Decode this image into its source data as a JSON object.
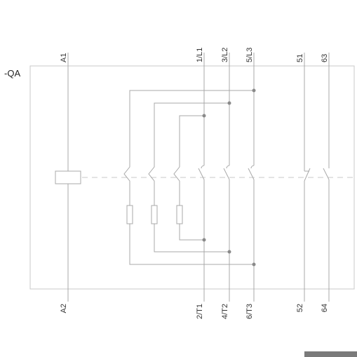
{
  "device_tag": "-QA",
  "coil_terminals": {
    "top": "A1",
    "bottom": "A2"
  },
  "main_contacts": [
    {
      "top": "1/L1",
      "bottom": "2/T1"
    },
    {
      "top": "3/L2",
      "bottom": "4/T2"
    },
    {
      "top": "5/L3",
      "bottom": "6/T3"
    }
  ],
  "auxiliary_contacts": [
    {
      "top": "51",
      "bottom": "52",
      "type": "normally-closed"
    },
    {
      "top": "63",
      "bottom": "64",
      "type": "normally-open"
    }
  ],
  "colors": {
    "frame": "#c8c8c8",
    "wire": "#a8a8a8",
    "junction": "#8a8a8a",
    "text": "#333333"
  }
}
